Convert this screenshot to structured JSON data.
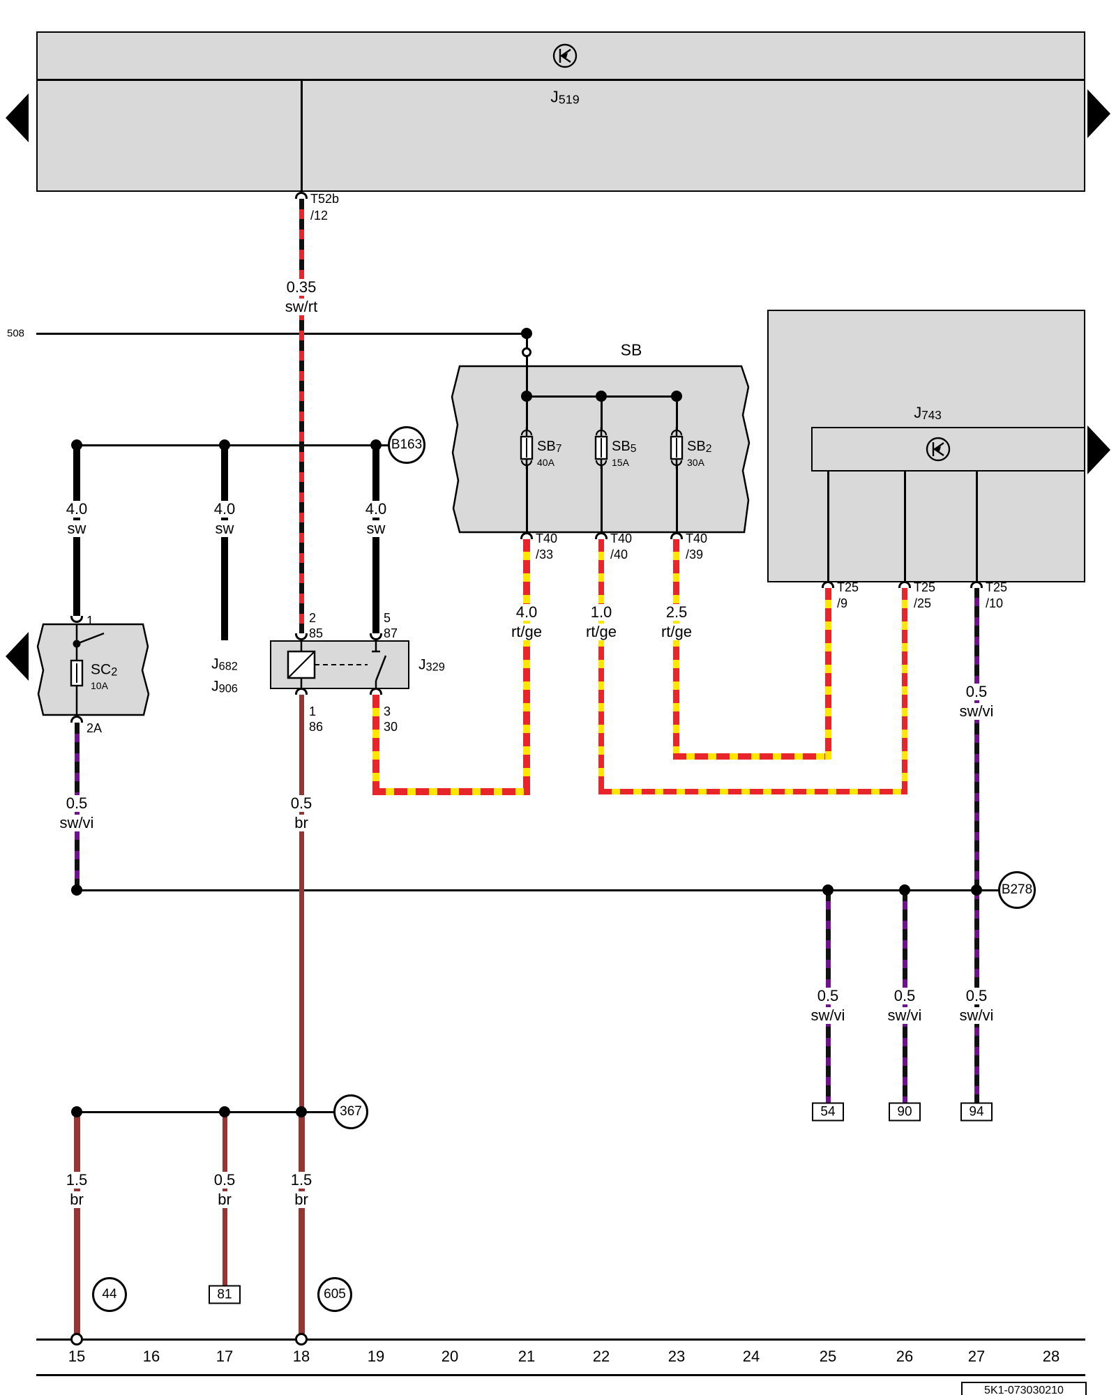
{
  "colors": {
    "box_fill": "#d9d9d9",
    "red": "#e8252a",
    "yellow": "#ffe600",
    "violet": "#70128c",
    "brown": "#943634",
    "black": "#000000"
  },
  "j519": {
    "pre": "J",
    "num": "519"
  },
  "t52b": {
    "name": "T52b",
    "pin": "/12"
  },
  "wire_srt": {
    "gauge": "0.35",
    "color": "sw/rt"
  },
  "node508": "508",
  "b163": "B163",
  "sw_wires": [
    {
      "gauge": "4.0",
      "color": "sw"
    },
    {
      "gauge": "4.0",
      "color": "sw"
    },
    {
      "gauge": "4.0",
      "color": "sw"
    }
  ],
  "sb": {
    "label": "SB",
    "fuses": [
      {
        "pre": "SB",
        "num": "7",
        "amp": "40A",
        "tname": "T40",
        "tpin": "/33",
        "gauge": "4.0",
        "color": "rt/ge"
      },
      {
        "pre": "SB",
        "num": "5",
        "amp": "15A",
        "tname": "T40",
        "tpin": "/40",
        "gauge": "1.0",
        "color": "rt/ge"
      },
      {
        "pre": "SB",
        "num": "2",
        "amp": "30A",
        "tname": "T40",
        "tpin": "/39",
        "gauge": "2.5",
        "color": "rt/ge"
      }
    ]
  },
  "j743": {
    "pre": "J",
    "num": "743",
    "terms": [
      {
        "tname": "T25",
        "tpin": "/9"
      },
      {
        "tname": "T25",
        "tpin": "/25"
      },
      {
        "tname": "T25",
        "tpin": "/10"
      }
    ]
  },
  "wire_t2510": {
    "gauge": "0.5",
    "color": "sw/vi"
  },
  "sc2": {
    "pre": "SC",
    "num": "2",
    "amp": "10A",
    "pin_top": "1",
    "pin_bottom": "2A"
  },
  "j682": {
    "pre": "J",
    "num": "682"
  },
  "j906": {
    "pre": "J",
    "num": "906"
  },
  "j329": {
    "pre": "J",
    "num": "329",
    "pins": {
      "p2": "2",
      "p85": "85",
      "p5": "5",
      "p87": "87",
      "p1": "1",
      "p86": "86",
      "p3": "3",
      "p30": "30"
    }
  },
  "wire_swvi_left": {
    "gauge": "0.5",
    "color": "sw/vi"
  },
  "wire_br_mid": {
    "gauge": "0.5",
    "color": "br"
  },
  "b278": "B278",
  "swvi_cols": [
    {
      "gauge": "0.5",
      "color": "sw/vi",
      "term": "54"
    },
    {
      "gauge": "0.5",
      "color": "sw/vi",
      "term": "90"
    },
    {
      "gauge": "0.5",
      "color": "sw/vi",
      "term": "94"
    }
  ],
  "n367": "367",
  "bottom_wires": [
    {
      "gauge": "1.5",
      "color": "br",
      "ground": "44"
    },
    {
      "gauge": "0.5",
      "color": "br",
      "term": "81"
    },
    {
      "gauge": "1.5",
      "color": "br",
      "ground": "605"
    }
  ],
  "tracks": [
    "15",
    "16",
    "17",
    "18",
    "19",
    "20",
    "21",
    "22",
    "23",
    "24",
    "25",
    "26",
    "27",
    "28"
  ],
  "part_number": "5K1-073030210"
}
